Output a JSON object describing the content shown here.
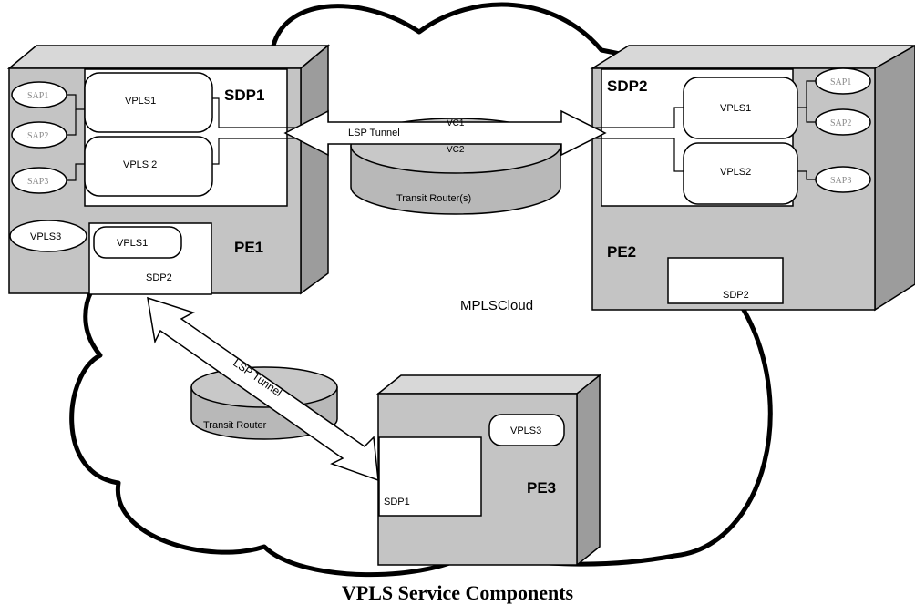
{
  "caption": "VPLS Service Components",
  "cloud": {
    "label": "MPLSCloud"
  },
  "pe1": {
    "name": "PE1",
    "sdp_label": "SDP1",
    "saps": [
      "SAP1",
      "SAP2",
      "SAP3"
    ],
    "vpls_a": "VPLS1",
    "vpls_b": "VPLS 2",
    "vpls_c": "VPLS3",
    "lower_vpls": "VPLS1",
    "lower_sdp": "SDP2"
  },
  "pe2": {
    "name": "PE2",
    "sdp_label": "SDP2",
    "saps": [
      "SAP1",
      "SAP2",
      "SAP3"
    ],
    "vpls_a": "VPLS1",
    "vpls_b": "VPLS2",
    "lower_sdp": "SDP2"
  },
  "pe3": {
    "name": "PE3",
    "vpls": "VPLS3",
    "sdp": "SDP1"
  },
  "tunnel_top": {
    "label": "LSP Tunnel",
    "vc1": "VC1",
    "vc2": "VC2"
  },
  "router_top": {
    "label": "Transit Router(s)"
  },
  "tunnel_bottom": {
    "label": "LSP Tunnel"
  },
  "router_bottom": {
    "label": "Transit Router"
  }
}
